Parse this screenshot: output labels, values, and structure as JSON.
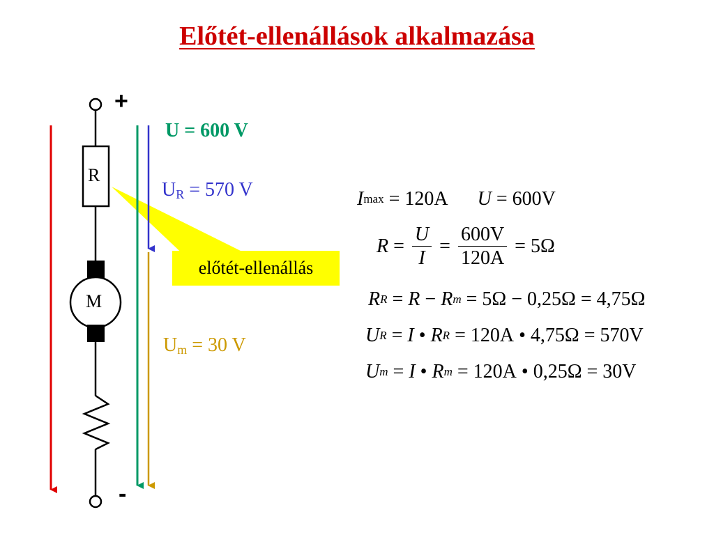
{
  "title": "Előtét-ellenállások alkalmazása",
  "circuit": {
    "plus": "+",
    "minus": "-",
    "resistor_label": "R",
    "motor_label": "M",
    "u_total": "U = 600 V",
    "u_r": {
      "sym": "U",
      "sub": "R",
      "rest": " = 570 V"
    },
    "u_m": {
      "sym": "U",
      "sub": "m",
      "rest": " = 30 V"
    },
    "callout": "előtét-ellenállás"
  },
  "colors": {
    "title": "#cc0000",
    "total_arrow": "#e00000",
    "u_total": "#009966",
    "u_r": "#3333cc",
    "u_m": "#cc9900",
    "callout_bg": "#ffff00"
  },
  "equations": {
    "l1": {
      "i": "I",
      "isub": "max",
      "ival": "120A",
      "u": "U",
      "uval": "600V"
    },
    "l2": {
      "r": "R",
      "num1": "U",
      "den1": "I",
      "num2": "600V",
      "den2": "120A",
      "res": "5Ω"
    },
    "l3": {
      "rr": "R",
      "rrsub": "R",
      "r": "R",
      "rm": "R",
      "rmsub": "m",
      "v1": "5Ω",
      "v2": "0,25Ω",
      "res": "4,75Ω"
    },
    "l4": {
      "u": "U",
      "usub": "R",
      "i": "I",
      "r": "R",
      "rsub": "R",
      "v1": "120A",
      "v2": "4,75Ω",
      "res": "570V"
    },
    "l5": {
      "u": "U",
      "usub": "m",
      "i": "I",
      "r": "R",
      "rsub": "m",
      "v1": "120A",
      "v2": "0,25Ω",
      "res": "30V"
    }
  }
}
